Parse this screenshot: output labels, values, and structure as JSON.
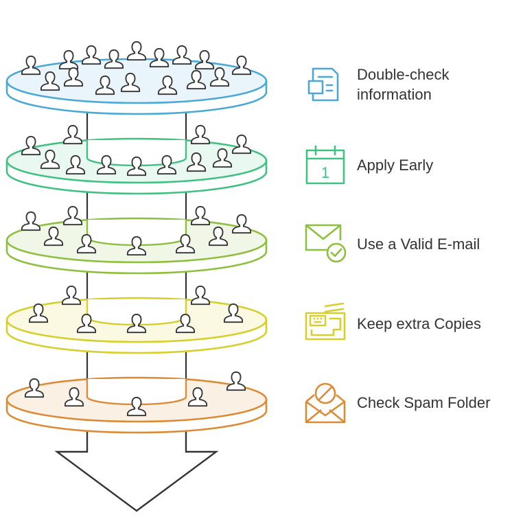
{
  "colors": {
    "outline": "#333333",
    "levels": [
      "#4aa8d8",
      "#40c081",
      "#8cbf3c",
      "#d6cf2a",
      "#dc8a33"
    ],
    "fills": [
      "#eaf5fb",
      "#e9f8f0",
      "#f1f7e6",
      "#fbf9e1",
      "#fbf0e4"
    ]
  },
  "levels": [
    {
      "label": "Double-check information",
      "icon": "document-icon"
    },
    {
      "label": "Apply Early",
      "icon": "calendar-icon"
    },
    {
      "label": "Use a Valid E-mail",
      "icon": "email-check-icon"
    },
    {
      "label": "Keep extra Copies",
      "icon": "printer-icon"
    },
    {
      "label": "Check Spam Folder",
      "icon": "spam-mail-icon"
    }
  ],
  "calendar_number": "1"
}
